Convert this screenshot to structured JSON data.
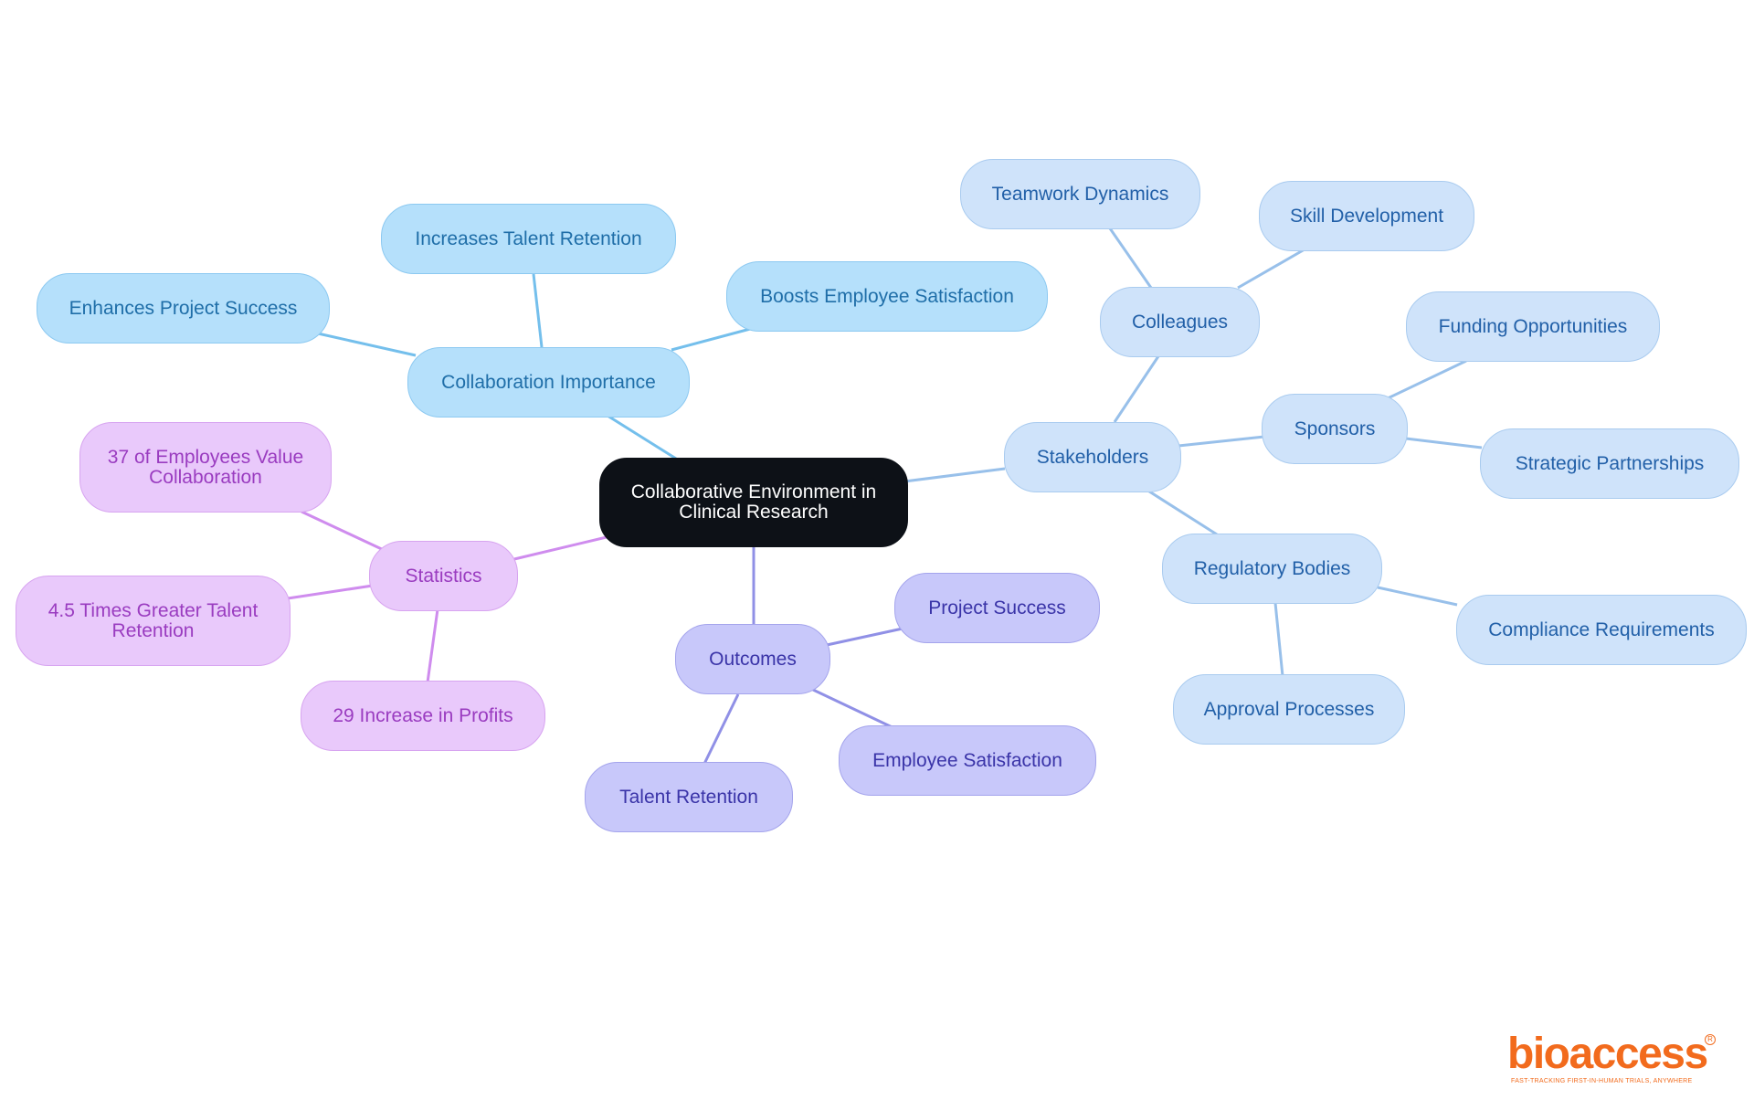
{
  "colors": {
    "root_fill": "#0d1117",
    "collaboration_fill": "#b5e0fb",
    "collaboration_line": "#74bfec",
    "stakeholders_fill": "#cfe3fa",
    "stakeholders_line": "#98c0ea",
    "outcomes_fill": "#c8c8fa",
    "outcomes_line": "#9090e6",
    "statistics_fill": "#e9c9fb",
    "statistics_line": "#cf8cee",
    "logo": "#f26b1d"
  },
  "root": {
    "label_line1": "Collaborative Environment in",
    "label_line2": "Clinical Research"
  },
  "collaboration_importance": {
    "label": "Collaboration Importance",
    "children": [
      "Enhances Project Success",
      "Increases Talent Retention",
      "Boosts Employee Satisfaction"
    ]
  },
  "stakeholders": {
    "label": "Stakeholders",
    "colleagues": {
      "label": "Colleagues",
      "children": [
        "Teamwork Dynamics",
        "Skill Development"
      ]
    },
    "sponsors": {
      "label": "Sponsors",
      "children": [
        "Funding Opportunities",
        "Strategic Partnerships"
      ]
    },
    "regulatory_bodies": {
      "label": "Regulatory Bodies",
      "children": [
        "Compliance Requirements",
        "Approval Processes"
      ]
    }
  },
  "outcomes": {
    "label": "Outcomes",
    "children": [
      "Project Success",
      "Employee Satisfaction",
      "Talent Retention"
    ]
  },
  "statistics": {
    "label": "Statistics",
    "children": [
      {
        "line1": "37 of Employees Value",
        "line2": "Collaboration"
      },
      {
        "line1": "4.5 Times Greater Talent",
        "line2": "Retention"
      },
      {
        "line1": "29 Increase in Profits"
      }
    ]
  },
  "logo": {
    "wordmark": "bioaccess",
    "registered": "R",
    "tagline": "FAST-TRACKING FIRST-IN-HUMAN TRIALS, ANYWHERE"
  }
}
